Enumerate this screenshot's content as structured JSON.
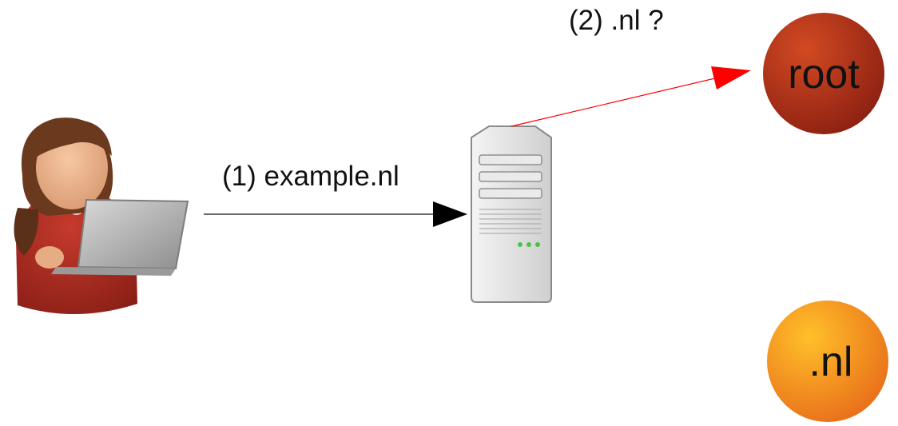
{
  "edges": {
    "query_1": "(1) example.nl",
    "query_2": "(2) .nl ?"
  },
  "nodes": {
    "root": {
      "label": "root",
      "color": "#b8301a"
    },
    "nl": {
      "label": ".nl",
      "color": "#f0901a"
    }
  },
  "colors": {
    "edge_client": "#111111",
    "edge_query": "#ff0000",
    "person_shirt": "#a82a20",
    "person_hair": "#6b3a1e",
    "laptop": "#b8b8b8",
    "server": "#dcdcdc"
  },
  "icons": {
    "client": "person-with-laptop-icon",
    "resolver": "server-tower-icon"
  }
}
